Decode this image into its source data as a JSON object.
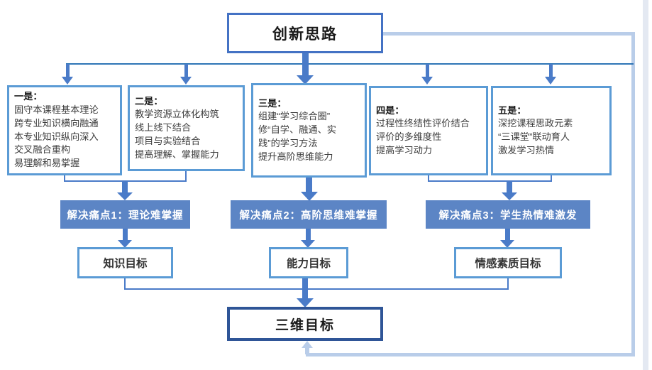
{
  "title_box": {
    "label": "创新思路"
  },
  "strategy_boxes": [
    {
      "title": "一是：",
      "lines": [
        "固守本课程基本理论",
        "跨专业知识横向融通",
        "本专业知识纵向深入",
        "交叉融合重构",
        "易理解和易掌握"
      ]
    },
    {
      "title": "二是：",
      "lines": [
        "教学资源立体化构筑",
        "线上线下结合",
        "项目与实验结合",
        "提高理解、掌握能力"
      ]
    },
    {
      "title": "三是：",
      "lines": [
        "组建“学习综合圈”",
        "修“自学、融通、实",
        "践”的学习方法",
        "提升高阶思维能力"
      ]
    },
    {
      "title": "四是：",
      "lines": [
        "过程性终结性评价结合",
        "评价的多维度性",
        "提高学习动力"
      ]
    },
    {
      "title": "五是：",
      "lines": [
        "深挖课程思政元素",
        " “三课堂”联动育人",
        "激发学习热情"
      ]
    }
  ],
  "pain_points": [
    {
      "label": "解决痛点1：理论难掌握"
    },
    {
      "label": "解决痛点2：高阶思维难掌握"
    },
    {
      "label": "解决痛点3：学生热情难激发"
    }
  ],
  "goals": [
    {
      "label": "知识目标"
    },
    {
      "label": "能力目标"
    },
    {
      "label": "情感素质目标"
    }
  ],
  "final_box": {
    "label": "三维目标"
  },
  "colors": {
    "title_border": "#4472C4",
    "strategy_border": "#5B9BD5",
    "pain_bar_fill": "#5C85C5",
    "pain_bar_text": "#FFFFFF",
    "goal_border": "#5B9BD5",
    "final_border": "#2F5597",
    "arrow": "#4A7BC8",
    "distribution_line": "#2E75B6",
    "feedback_line": "#B9CDE9"
  }
}
